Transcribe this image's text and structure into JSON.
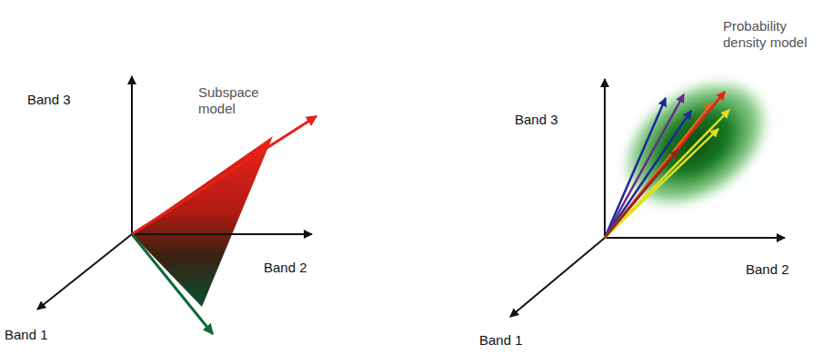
{
  "diagram": {
    "labels": [
      "Band 3",
      "Subspace model",
      "Band 2",
      "Band 1",
      "Probability density model",
      "Band 3",
      "Band 2",
      "Band 1"
    ]
  }
}
